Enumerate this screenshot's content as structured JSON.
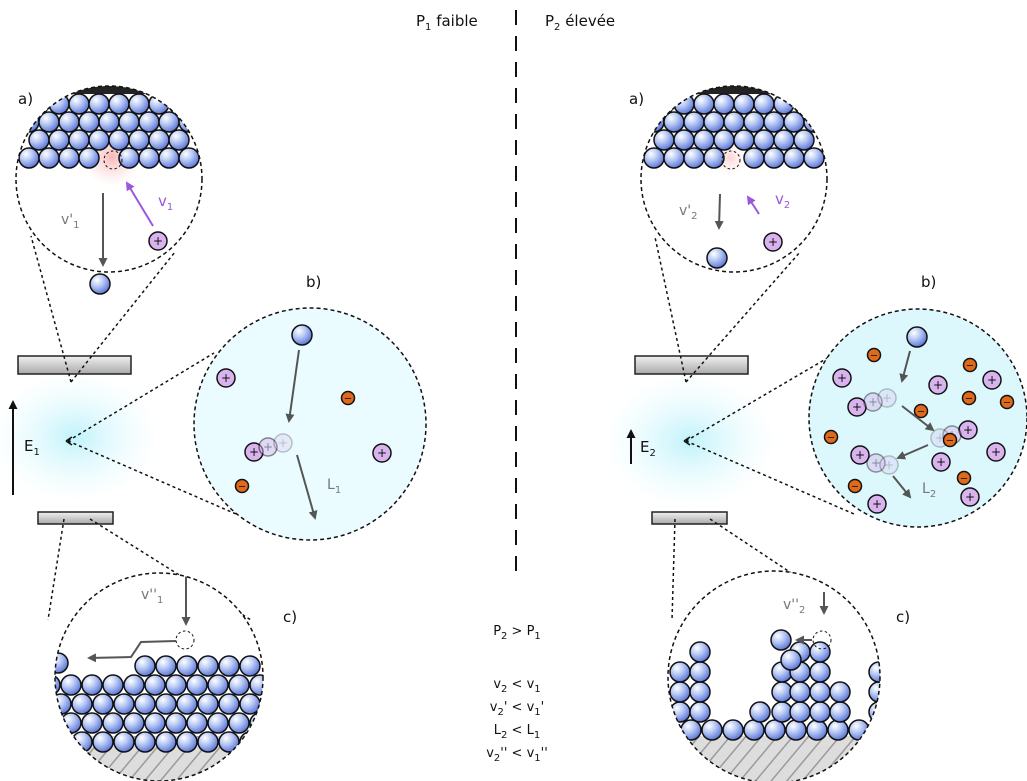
{
  "header": {
    "left_title": "P",
    "left_sub": "1",
    "left_rest": " faible",
    "right_title": "P",
    "right_sub": "2",
    "right_rest": " élevée"
  },
  "labels": {
    "a": "a)",
    "b": "b)",
    "c": "c)"
  },
  "left": {
    "v_prime": "v'",
    "v_prime_sub": "1",
    "v": "v",
    "v_sub": "1",
    "L": "L",
    "L_sub": "1",
    "E": "E",
    "E_sub": "1",
    "v_second": "v''",
    "v_second_sub": "1"
  },
  "right": {
    "v_prime": "v'",
    "v_prime_sub": "2",
    "v": "v",
    "v_sub": "2",
    "L": "L",
    "L_sub": "2",
    "E": "E",
    "E_sub": "2",
    "v_second": "v''",
    "v_second_sub": "2"
  },
  "relations": {
    "main": [
      "P",
      "2",
      " > P",
      "1"
    ],
    "r1": [
      "v",
      "2",
      " < v",
      "1"
    ],
    "r2": [
      "v",
      "2",
      "' < v",
      "1",
      "'"
    ],
    "r3": [
      "L",
      "2",
      " < L",
      "1"
    ],
    "r4": [
      "v",
      "2",
      "'' < v",
      "1",
      "''"
    ]
  },
  "ion_signs": {
    "positive": "+",
    "negative": "−"
  },
  "colors": {
    "atom": "#b4c6f4",
    "atom_dark": "#4d6bd8",
    "ion_positive": "#d9b3ee",
    "ion_negative": "#e06a1b",
    "plasma": "#bdf3fb",
    "arrow": "#555555",
    "violet": "#9b55e0"
  }
}
